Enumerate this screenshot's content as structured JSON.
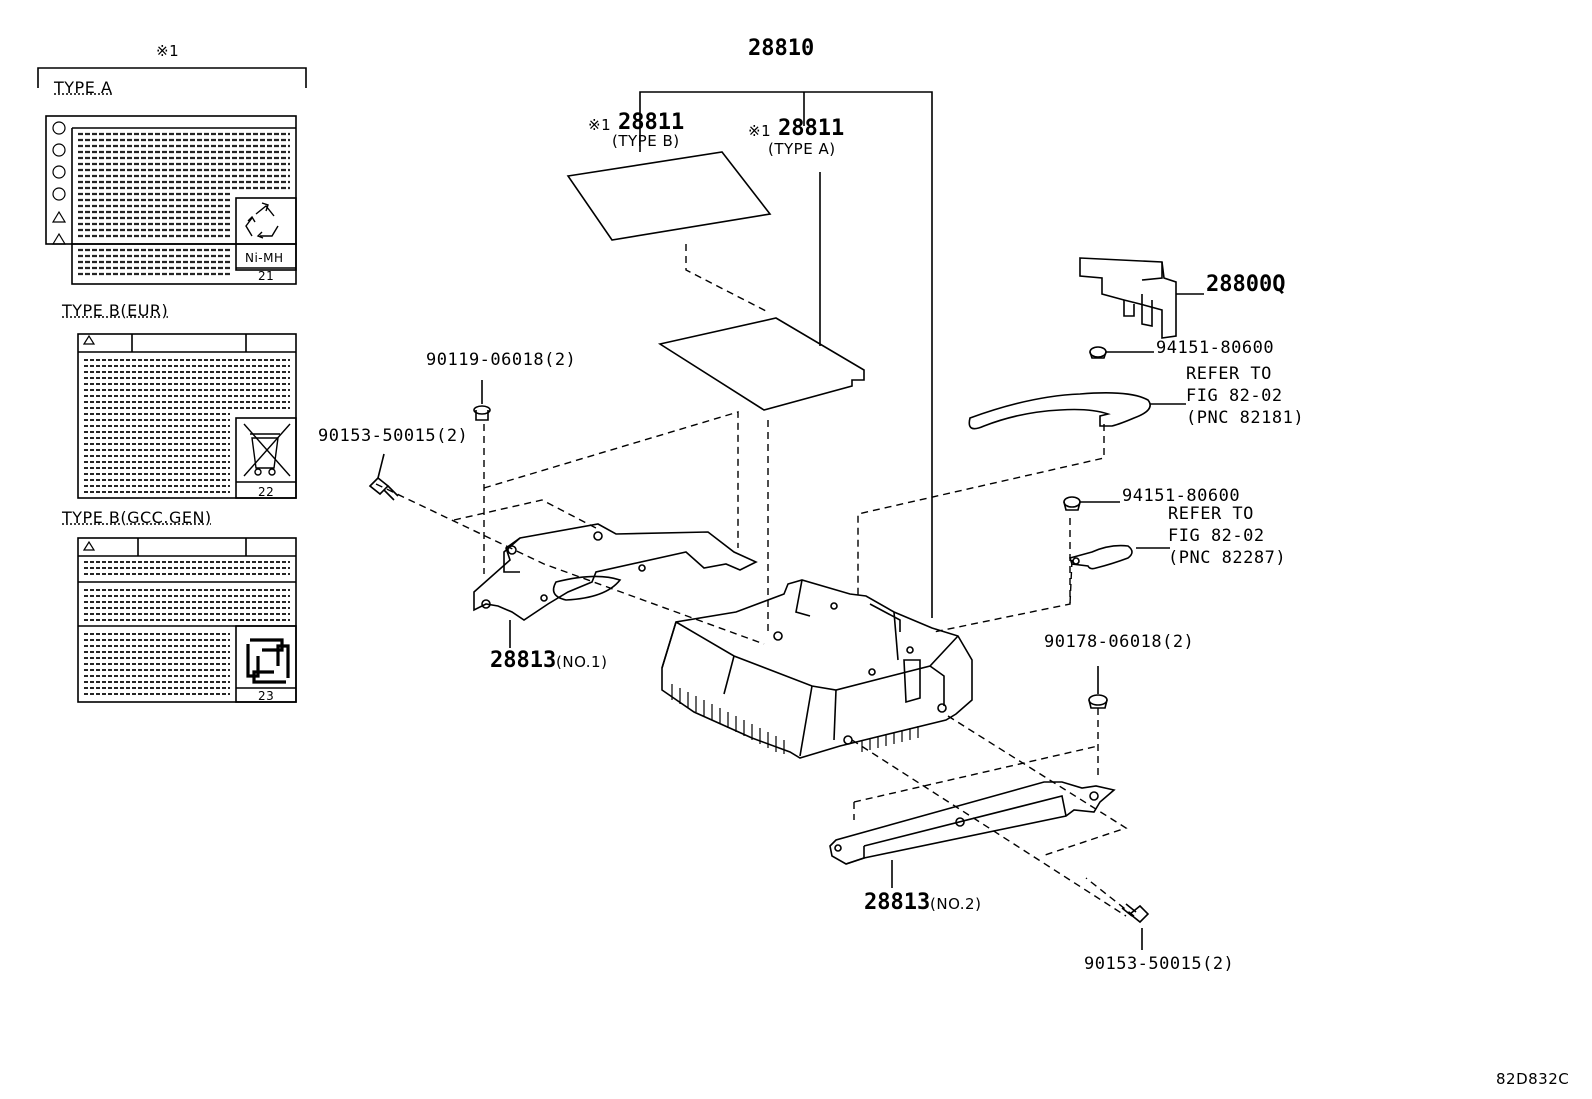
{
  "note_ref": "※1",
  "types": {
    "type_a": "TYPE A",
    "type_b_eur": "TYPE B(EUR)",
    "type_b_gcc": "TYPE B(GCC.GEN)"
  },
  "label_cards": {
    "a_number": "21",
    "a_battery": "Ni-MH",
    "b_eur_number": "22",
    "b_gcc_number": "23"
  },
  "parts": {
    "assembly": "28810",
    "note_b": "※1",
    "label_b_num": "28811",
    "label_b_type": "(TYPE B)",
    "note_a": "※1",
    "label_a_num": "28811",
    "label_a_type": "(TYPE A)",
    "cover": "28800Q",
    "nut_1": "94151-80600",
    "refer_1_line1": "REFER TO",
    "refer_1_line2": "FIG 82-02",
    "refer_1_line3": "(PNC 82181)",
    "nut_2": "94151-80600",
    "refer_2_line1": "REFER TO",
    "refer_2_line2": "FIG 82-02",
    "refer_2_line3": "(PNC 82287)",
    "bolt_top": "90119-06018(2)",
    "bolt_left": "90153-50015(2)",
    "bracket_1": "28813",
    "bracket_1_sub": "(NO.1)",
    "nut_right": "90178-06018(2)",
    "bracket_2": "28813",
    "bracket_2_sub": "(NO.2)",
    "bolt_bottom": "90153-50015(2)"
  },
  "diagram_id": "82D832C"
}
